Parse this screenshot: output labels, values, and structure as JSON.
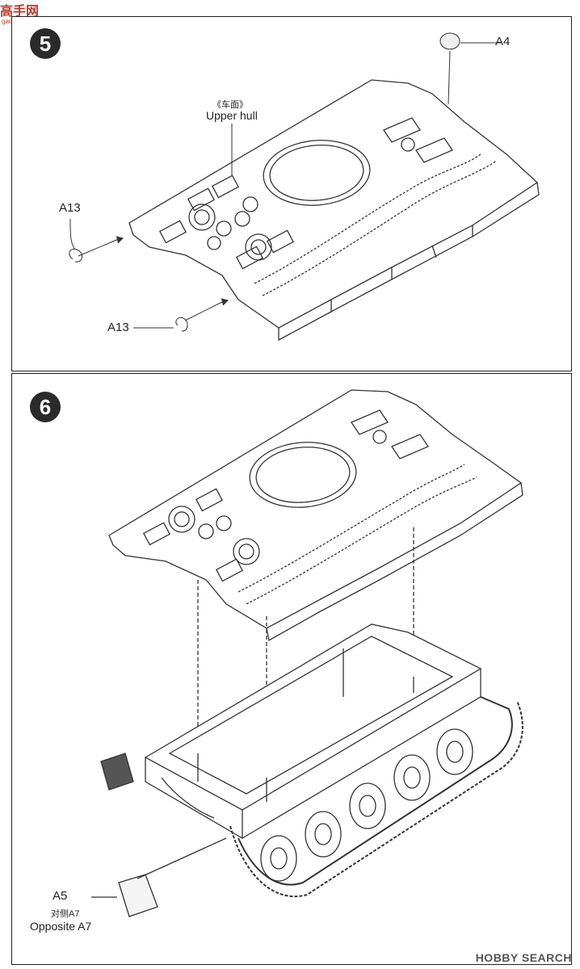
{
  "watermark_top": {
    "brand": "高手网",
    "url": "gao-shou.com"
  },
  "watermark_bottom": {
    "brand": "HOBBY SEARCH"
  },
  "step5": {
    "number": "5",
    "label_cn": "《车面》",
    "label_en": "Upper hull",
    "parts": {
      "a4": "A4",
      "a13_left": "A13",
      "a13_bottom": "A13"
    }
  },
  "step6": {
    "number": "6",
    "parts": {
      "a5": "A5",
      "a7_cn": "对侧A7",
      "a7_en": "Opposite A7"
    }
  }
}
